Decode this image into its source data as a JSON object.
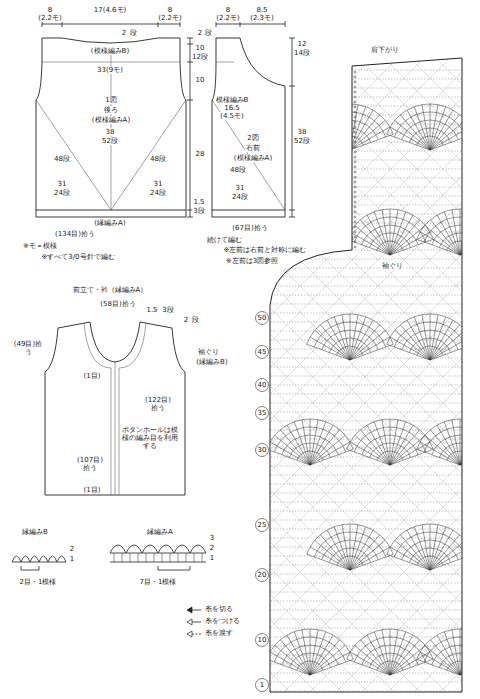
{
  "diagram": {
    "nodes": [
      {
        "text": [
          "1図",
          "後ろ",
          "(模様編みA)"
        ]
      },
      {
        "text": [
          "2図",
          "右前",
          "(模様編みA)"
        ]
      },
      {
        "text": [
          "前立て・衿（縁編みA）"
        ]
      }
    ],
    "labels": [
      "8",
      "(2.2モ)",
      "17(4.6モ)",
      "8",
      "(2.2モ)",
      "2",
      "段",
      "(模様編みB)",
      "33(9モ)",
      "38",
      "52段",
      "48段",
      "48段",
      "31",
      "24段",
      "31",
      "24段",
      "(縁編みA)",
      "(134目)拾う",
      "2",
      "段",
      "10",
      "12段",
      "10",
      "28",
      "1.5",
      "3段",
      "続けて編む",
      "※モ＝模様",
      "※すべて3/0号針で編む",
      "8",
      "(2.2モ)",
      "8.5",
      "(2.3モ)",
      "12",
      "14段",
      "模様編みB",
      "16.5",
      "(4.5モ)",
      "38",
      "52段",
      "48段",
      "31",
      "24段",
      "(67目)拾う",
      "※左前は右前と対称に編む",
      "※左前は3図参照",
      "(58目)拾う",
      "1.5",
      "3段",
      "2",
      "段",
      "(49目)拾う",
      "(1目)",
      "袖ぐり",
      "(縁編みB)",
      "(122目)拾う",
      "ボタンホールは模様の編み目を利用する",
      "(107目)拾う",
      "(1目)",
      "縁編みB",
      "縁編みA",
      "2目・1模様",
      "7目・1模様",
      "2",
      "1",
      "3",
      "2",
      "1",
      "肩下がり",
      "袖ぐり",
      "50",
      "45",
      "40",
      "35",
      "30",
      "25",
      "20",
      "10",
      "1"
    ],
    "legend": [
      {
        "text": "糸を切る"
      },
      {
        "text": "糸をつける"
      },
      {
        "text": "糸を渡す"
      }
    ]
  }
}
